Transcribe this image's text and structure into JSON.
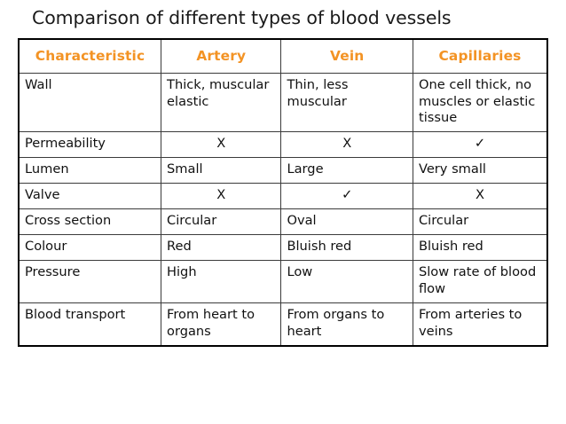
{
  "slide": {
    "title": "Comparison of different types of blood vessels",
    "background_color": "#ffffff"
  },
  "theme": {
    "header_text_color": "#F39324",
    "body_text_color": "#111111",
    "border_color": "#3b3b3b",
    "outer_border_color": "#000000"
  },
  "glyphs": {
    "cross": "X",
    "check": "✓"
  },
  "table": {
    "headers": [
      "Characteristic",
      "Artery",
      "Vein",
      "Capillaries"
    ],
    "rows": [
      {
        "characteristic": "Wall",
        "artery": "Thick, muscular elastic",
        "vein": "Thin, less muscular",
        "capillaries": "One cell thick, no muscles or elastic tissue",
        "align": "left"
      },
      {
        "characteristic": "Permeability",
        "artery": "X",
        "vein": "X",
        "capillaries": "✓",
        "align": "center"
      },
      {
        "characteristic": "Lumen",
        "artery": "Small",
        "vein": "Large",
        "capillaries": "Very small",
        "align": "left"
      },
      {
        "characteristic": "Valve",
        "artery": "X",
        "vein": "✓",
        "capillaries": "X",
        "align": "center"
      },
      {
        "characteristic": "Cross section",
        "artery": "Circular",
        "vein": "Oval",
        "capillaries": "Circular",
        "align": "left"
      },
      {
        "characteristic": "Colour",
        "artery": "Red",
        "vein": "Bluish red",
        "capillaries": "Bluish red",
        "align": "left"
      },
      {
        "characteristic": "Pressure",
        "artery": "High",
        "vein": "Low",
        "capillaries": "Slow rate of blood flow",
        "align": "left"
      },
      {
        "characteristic": "Blood transport",
        "artery": "From heart to organs",
        "vein": "From organs to heart",
        "capillaries": "From arteries to veins",
        "align": "left"
      }
    ]
  }
}
